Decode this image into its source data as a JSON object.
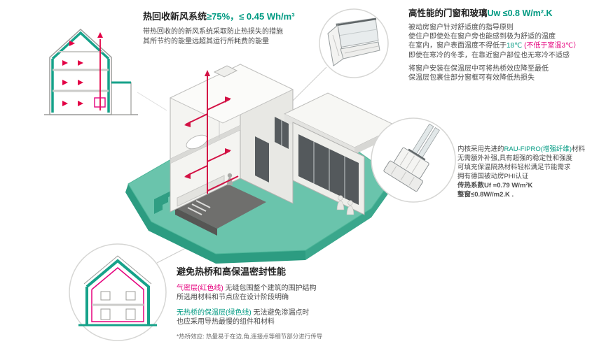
{
  "colors": {
    "green": "#009a82",
    "pink": "#e5007d",
    "red": "#d31245",
    "teal_ground": "#6ac4ac",
    "dark_text": "#222222",
    "body_text": "#4c4c4c"
  },
  "ventilation_section": {
    "title": "热回收新风系统",
    "title_value": "≥75%，≤ 0.45 Wh/m³",
    "line1": "带热回收的的新风系统采取防止热损失的措施",
    "line2": "其所节约的能量远超其运行所耗费的能量"
  },
  "window_section": {
    "title": "高性能的门窗和玻璃",
    "title_value": "Uw ≤0.8 W/m².K",
    "line1": "被动房窗户针对舒适度的指导原则",
    "line2": "使住户即使处在窗户旁也能感到极为舒适的温度",
    "line3_pre": "在室内，窗户表面温度不得低于",
    "line3_temp": "18℃",
    "line3_note": " (不低于室温3℃）",
    "line4": "即使在寒冷的冬季，在靠近窗户部位也无寒冷不适感",
    "line5": "将窗户安装在保温层中可将热桥效应降至最低",
    "line6": "保温层包裹住部分窗框可有效降低热损失"
  },
  "profile_section": {
    "line1_pre": "内核采用先进的",
    "line1_brand": "RAU-FIPRO(增强纤维)",
    "line1_post": "材料",
    "line2": "无需额外补强,具有超强的稳定性和强度",
    "line3": "可填充保温隔热材料轻松满足节能需求",
    "line4": "拥有德国被动房PHI认证",
    "stat1": "传热系数Uf =0.79 W/m²K",
    "stat2": "整窗≤0.8W//m2.K ."
  },
  "thermal_section": {
    "title": "避免热桥和高保温密封性能",
    "para1_label": "气密层(红色线)",
    "para1_text": " 无缝包围整个建筑的围护结构",
    "para1_line2": "所选用材料和节点应在设计阶段明确",
    "para2_label": "无热桥的保温层(绿色线)",
    "para2_text": " 无法避免渗漏点时",
    "para2_line2": "也应采用导热最慢的组件和材料",
    "footnote": "*热桥效应: 热量易于在边,角,连接点等细节部分进行传导"
  }
}
